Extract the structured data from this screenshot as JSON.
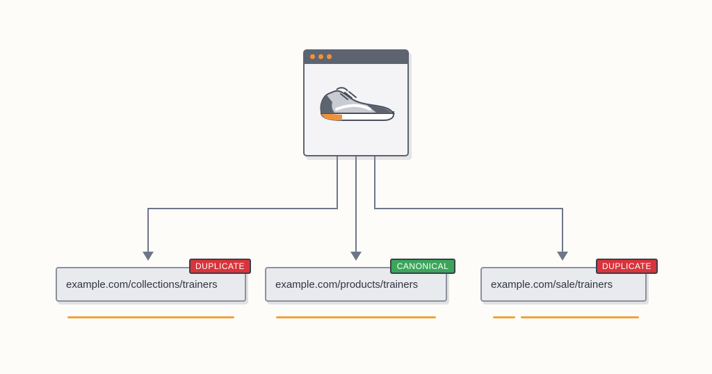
{
  "colors": {
    "duplicate": "#d9343b",
    "canonical": "#3aa65a",
    "underline": "#f2a33a",
    "connector": "#6e7687",
    "window_border": "#5b6270",
    "titlebar": "#5d6470",
    "titlebar_dot": "#f0923a"
  },
  "source_page": {
    "icon": "sneaker-icon",
    "window_buttons": [
      "dot",
      "dot",
      "dot"
    ]
  },
  "urls": [
    {
      "url": "example.com/collections/trainers",
      "badge": "DUPLICATE",
      "status": "duplicate"
    },
    {
      "url": "example.com/products/trainers",
      "badge": "CANONICAL",
      "status": "canonical"
    },
    {
      "url": "example.com/sale/trainers",
      "badge": "DUPLICATE",
      "status": "duplicate"
    }
  ]
}
